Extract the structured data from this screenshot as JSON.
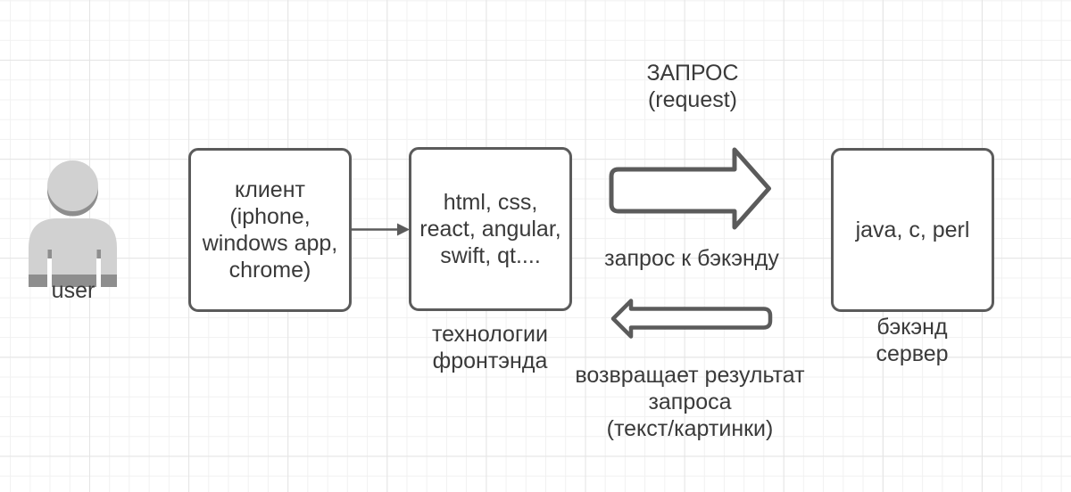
{
  "colors": {
    "text": "#3a3a3a",
    "shape_stroke": "#5b5b5b",
    "shape_fill": "#ffffff",
    "icon_light_gray": "#d1d1d1",
    "icon_dark_gray": "#8e8e8e",
    "grid_minor": "#f1f1f1",
    "grid_major": "#e4e4e4"
  },
  "diagram": {
    "user": {
      "label": "user"
    },
    "client_box": {
      "lines": [
        "клиент",
        "(iphone,",
        "windows app,",
        "chrome)"
      ]
    },
    "frontend_box": {
      "lines": [
        "html, css,",
        "react, angular,",
        "swift, qt...."
      ],
      "caption": [
        "технологии",
        "фронтэнда"
      ]
    },
    "backend_box": {
      "lines": [
        "java, c, perl"
      ],
      "caption": [
        "бэкэнд",
        "сервер"
      ]
    },
    "request": {
      "title": [
        "ЗАПРОС",
        "(request)"
      ],
      "subtitle": "запрос к бэкэнду"
    },
    "response": {
      "label": [
        "возвращает результат",
        "запроса",
        "(текст/картинки)"
      ]
    }
  }
}
